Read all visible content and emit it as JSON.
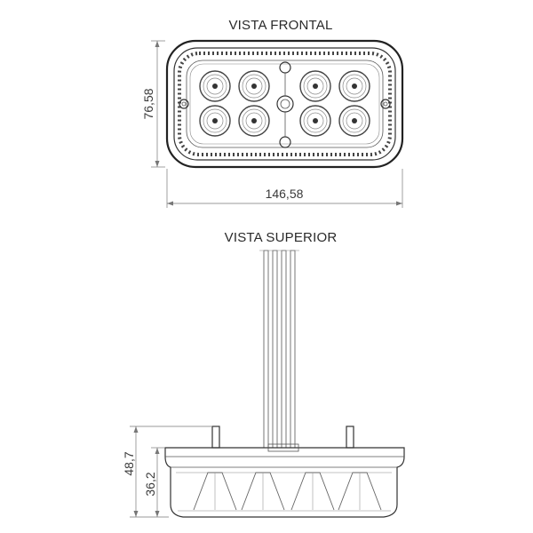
{
  "front_view": {
    "title": "VISTA FRONTAL",
    "height_dim": "76,58",
    "width_dim": "146,58"
  },
  "top_view": {
    "title": "VISTA SUPERIOR",
    "total_height_dim": "48,7",
    "body_height_dim": "36,2"
  }
}
